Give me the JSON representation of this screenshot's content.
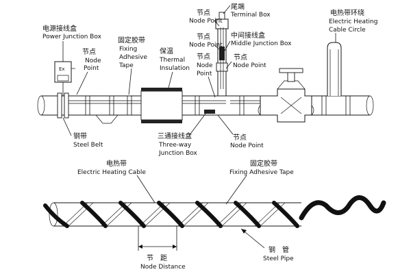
{
  "labels": {
    "power_box_cn": "电源接线盒",
    "power_box_en": "Power Junction Box",
    "node1_cn": "节点",
    "node1_en1": "Node",
    "node1_en2": "Point",
    "fix_tape_cn": "固定胶带",
    "fix_tape_en1": "Fixing",
    "fix_tape_en2": "Adhesive",
    "fix_tape_en3": "Tape",
    "insul_cn": "保温",
    "insul_en1": "Thermal",
    "insul_en2": "Insulation",
    "node2_cn": "节点",
    "node2_en": "Node Point",
    "terminal_cn": "尾端",
    "terminal_en": "Terminal Box",
    "node3_cn": "节点",
    "node3_en": "Node Point",
    "middle_cn": "中间接线盒",
    "middle_en": "Middle Junction Box",
    "node4_cn": "节点",
    "node4_en1": "Node",
    "node4_en2": "Point",
    "node5_cn": "节点",
    "node5_en": "Node Point",
    "circle_cn": "电热带环绕",
    "circle_en1": "Electric Heating",
    "circle_en2": "Cable Circle",
    "steel_belt_cn": "钢带",
    "steel_belt_en": "Steel Belt",
    "three_way_cn": "三通接线盒",
    "three_way_en1": "Three-way",
    "three_way_en2": "Junction Box",
    "node6_cn": "节点",
    "node6_en": "Node Point",
    "cable_cn": "电热带",
    "cable_en": "Electric Heating Cable",
    "fix_tape2_cn": "固定胶带",
    "fix_tape2_en": "Fixing Adhesive Tape",
    "node_dist_cn": "节　距",
    "node_dist_en": "Node Distance",
    "steel_pipe_cn": "钢　管",
    "steel_pipe_en": "Steel Pipe",
    "ex_mark": "Ex"
  },
  "icons": [
    "junction-box-icon",
    "valve-icon",
    "terminal-box-icon"
  ]
}
